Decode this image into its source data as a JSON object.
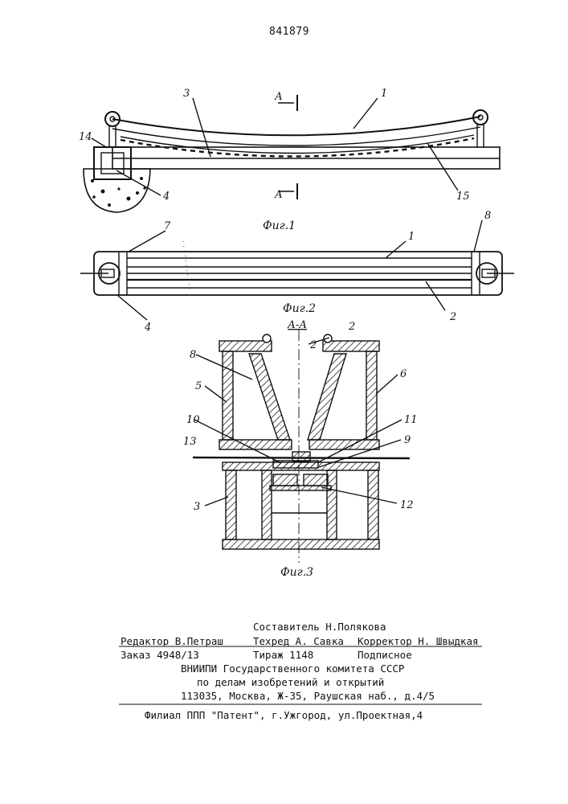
{
  "patent_number": "841879",
  "figures": {
    "fig1": {
      "caption": "Фиг.1",
      "section_mark": "А",
      "labels": [
        "1",
        "3",
        "14",
        "4",
        "15"
      ]
    },
    "fig2": {
      "caption": "Фиг.2",
      "labels": [
        "7",
        "8",
        "1",
        "4",
        "2"
      ]
    },
    "fig3": {
      "caption": "Фиг.3",
      "section_title": "А-А",
      "labels": [
        "2",
        "2",
        "8",
        "5",
        "6",
        "10",
        "11",
        "9",
        "13",
        "3",
        "12"
      ]
    }
  },
  "footer": {
    "compiler": "Составитель Н.Полякова",
    "editor": "Редактор В.Петраш",
    "techred": "Техред А. Савка",
    "corrector": "Корректор Н. Швыдкая",
    "order": "Заказ 4948/13",
    "circulation": "Тираж 1148",
    "subscription": "Подписное",
    "org_line1": "ВНИИПИ Государственного комитета СССР",
    "org_line2": "по делам изобретений и открытий",
    "address": "113035, Москва, Ж-35, Раушская наб., д.4/5",
    "branch": "Филиал ППП \"Патент\", г.Ужгород, ул.Проектная,4"
  }
}
